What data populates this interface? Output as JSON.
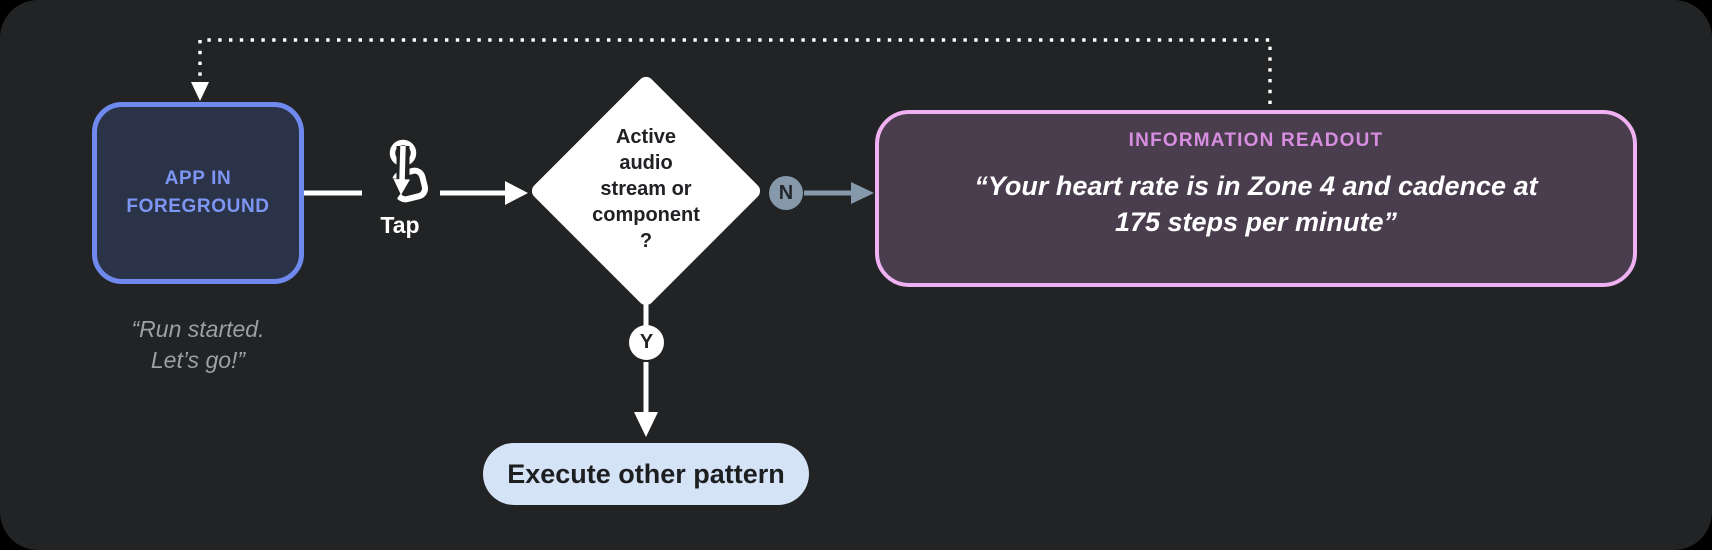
{
  "diagram": {
    "app_node": {
      "label_line1": "APP IN",
      "label_line2": "FOREGROUND"
    },
    "app_caption": {
      "line1": "“Run started.",
      "line2": "Let’s go!”"
    },
    "tap": {
      "label": "Tap"
    },
    "decision": {
      "lines": [
        "Active",
        "audio",
        "stream or",
        "component",
        "?"
      ]
    },
    "no_badge": {
      "label": "N"
    },
    "yes_badge": {
      "label": "Y"
    },
    "readout": {
      "title": "INFORMATION READOUT",
      "quote_line1": "“Your heart rate is in Zone 4 and cadence at",
      "quote_line2": "175 steps per minute”"
    },
    "execute_node": {
      "label": "Execute other pattern"
    }
  },
  "colors": {
    "canvas_bg": "#212324",
    "outer_bg": "#000000",
    "blue_border": "#7089ef",
    "blue_fill": "#2b3348",
    "blue_text": "#7d95f3",
    "caption_gray": "#9aa0a6",
    "white": "#ffffff",
    "diamond_text": "#202124",
    "slate_badge": "#8599aa",
    "pink_border": "#efb1f1",
    "pink_fill": "#4a3d4e",
    "pink_title": "#d78ee0",
    "pill_fill": "#d5e3f7",
    "pill_text": "#1d1e20"
  }
}
